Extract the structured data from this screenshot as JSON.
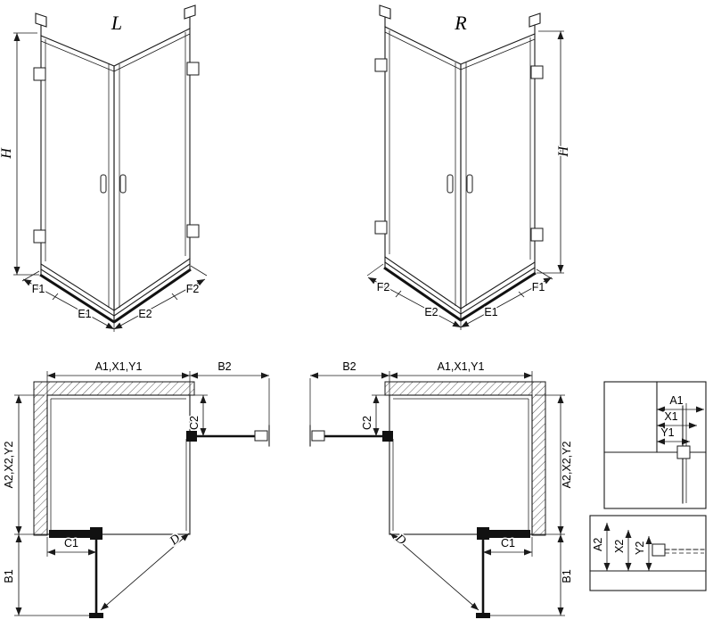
{
  "front_views": {
    "left": {
      "label": "L",
      "height_dim": "H",
      "bottom_dims": [
        "F1",
        "E1",
        "E2",
        "F2"
      ]
    },
    "right": {
      "label": "R",
      "height_dim": "H",
      "bottom_dims": [
        "F2",
        "E2",
        "E1",
        "F1"
      ]
    }
  },
  "plan_views": {
    "left": {
      "top_dim": "A1,X1,Y1",
      "top_right_dim": "B2",
      "right_small_dim": "C2",
      "left_dim": "A2,X2,Y2",
      "bottom_small_dim": "C1",
      "bottom_left_dim": "B1",
      "diagonal_dim": "D"
    },
    "right": {
      "top_dim": "A1,X1,Y1",
      "top_left_dim": "B2",
      "left_small_dim": "C2",
      "right_dim": "A2,X2,Y2",
      "bottom_small_dim": "C1",
      "bottom_right_dim": "B1",
      "diagonal_dim": "D"
    }
  },
  "detail_views": {
    "top": {
      "dims": [
        "A1",
        "X1",
        "Y1"
      ]
    },
    "bottom": {
      "dims": [
        "A2",
        "X2",
        "Y2"
      ]
    }
  },
  "colors": {
    "line": "#1a1a1a",
    "background": "#ffffff"
  }
}
